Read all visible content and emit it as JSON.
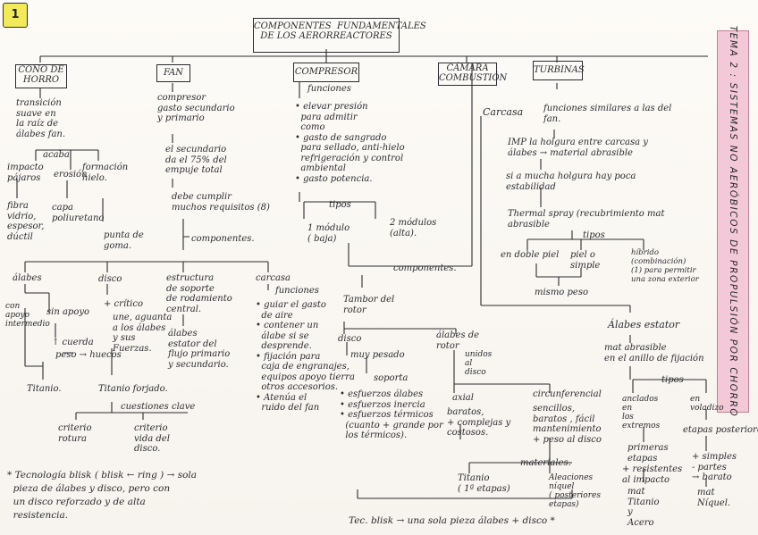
{
  "page_number": "1",
  "side_title": "TEMA 2 : SISTEMAS NO AERÓBICOS DE PROPULSIÓN POR CHORRO",
  "nodes": {
    "title": "COMPONENTES  FUNDAMENTALES\nDE LOS AERORREACTORES",
    "cono_box": "CONO DE\nHORRO",
    "fan_box": "FAN",
    "compresor_box": "COMPRESOR",
    "camara_box": "CÁMARA\nCOMBUSTIÓN",
    "turbinas_box": "TURBINAS",
    "cono_desc": "transición\nsuave en\nla raíz de\nálabes fan.",
    "cono_acaba": "acaba",
    "cono_c1": "impacto\npájaros",
    "cono_c2": "erosión",
    "cono_c3": "formación\nhielo.",
    "cono_c1b": "fibra\nvidrio,\nespesor,\ndúctil",
    "cono_c2b": "capa\npoliuretano",
    "cono_c3b": "punta de\ngoma.",
    "fan_desc": "compresor\ngasto secundario\ny primario",
    "fan_desc2": "el secundario\nda el 75% del\nempuje total",
    "fan_desc3": "debe cumplir\nmuchos requisitos (8)",
    "fan_comp": "componentes.",
    "fan_alabes": "álabes",
    "fan_alabes_a": "con\napoyo\nintermedio",
    "fan_alabes_b": "sin apoyo",
    "fan_cuerda": "↑ cuerda",
    "fan_peso": "peso → huecos",
    "fan_titanio": "Titanio.",
    "fan_disco": "disco",
    "fan_disco_desc": "+ crítico",
    "fan_disco_une": "une, aguanta\na los álabes\ny sus\nFuerzas.",
    "fan_titanio_forjado": "Titanio forjado.",
    "fan_cuestiones": "cuestiones clave",
    "fan_criterio1": "criterio\nrotura",
    "fan_criterio2": "criterio\nvida del\ndisco.",
    "fan_estructura": "estructura\nde soporte\nde rodamiento\ncentral.",
    "fan_estructura_b": "álabes\nestator del\nflujo primario\ny secundario.",
    "fan_carcasa": "carcasa",
    "fan_carcasa_f": "funciones",
    "fan_carcasa_list": "• guiar el gasto\n  de aire\n• contener un\n  álabe si se\n  desprende.\n• fijación para\n  caja de engranajes,\n  equipos apoyo tierra\n  otros accesorios.\n• Atenúa el\n  ruido del fan",
    "note_blisk": "* Tecnología blisk ( blisk ← ring ) → sola\n  pieza de álabes y disco, pero con\n  un disco reforzado y de alta\n  resistencia.",
    "comp_funciones": "funciones",
    "comp_list": "• elevar presión\n  para admitir\n  como\n• gasto de sangrado\n  para sellado, anti-hielo\n  refrigeración y control\n  ambiental\n• gasto potencia.",
    "comp_tipos": "tipos",
    "comp_tipo1": "1 módulo\n( baja)",
    "comp_tipo2": "2 módulos\n(alta).",
    "comp_comp": "componentes.",
    "comp_tambor": "Tambor del\nrotor",
    "comp_disco": "disco",
    "comp_disco_peso": "muy pesado",
    "comp_soporta": "soporta",
    "comp_esf": "• esfuerzos álabes\n• esfuerzos inercia\n• esfuerzos térmicos\n  (cuanto + grande por\n  los térmicos).",
    "comp_alabes_rotor": "álabes de\nrotor",
    "comp_unidos": "unidos\nal\ndisco",
    "comp_axial": "axial",
    "comp_axial_d": "baratos,\n+ complejas y\ncostosos.",
    "comp_circ": "circunferencial",
    "comp_circ_d": "sencillos,\nbaratos , fácil\nmantenimiento\n+ peso al disco",
    "comp_materiales": "materiales.",
    "comp_titanio": "Titanio\n( 1ª etapas)",
    "comp_niquel": "Aleaciones\nníquel\n( posteriores\netapas)",
    "note_blisk2": "Tec. blisk → una sola pieza álabes + disco *",
    "turb_carcasa": "Carcasa",
    "turb_carcasa_f": "funciones similares a las del\nfan.",
    "turb_imp": "IMP la holgura entre carcasa y\nálabes → material abrasible",
    "turb_si": "si a mucha holgura hay poca\nestabilidad",
    "turb_thermal": "Thermal spray (recubrimiento mat\nabrasible",
    "turb_tipos": "tipos",
    "turb_t1": "en doble piel",
    "turb_t2": "piel o\nsimple",
    "turb_t3": "híbrido\n(combinación)\n(1) para permitir\nuna zona exterior",
    "turb_mismo": "mismo peso",
    "turb_alabes": "Álabes estator",
    "turb_mat": "mat abrasible\nen el anillo de fijación",
    "turb_tipos2": "tipos",
    "turb_anc": "anclados\nen\nlos\nextremos",
    "turb_vol": "en\nvoladizo",
    "turb_anc_d": "primeras\netapas",
    "turb_anc_d2": "+ resistentes\nal impacto",
    "turb_anc_mat": "mat\nTitanio\ny\nAcero",
    "turb_vol_d": "etapas posteriores",
    "turb_vol_d2": "+ simples\n- partes\n→ barato",
    "turb_vol_mat": "mat\nNíquel."
  }
}
